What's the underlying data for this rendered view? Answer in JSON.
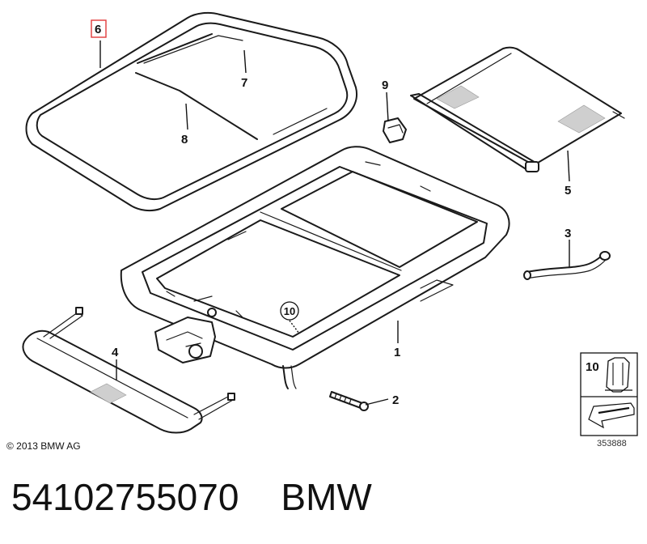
{
  "diagram": {
    "callouts": {
      "c1": "1",
      "c2": "2",
      "c3": "3",
      "c4": "4",
      "c5": "5",
      "c6": "6",
      "c7": "7",
      "c8": "8",
      "c9": "9",
      "c10": "10"
    },
    "legend_callout": "10",
    "copyright": "© 2013 BMW AG",
    "image_number": "353888",
    "highlight_color": "#e23a3a"
  },
  "caption": {
    "part_number": "54102755070",
    "brand": "BMW"
  }
}
